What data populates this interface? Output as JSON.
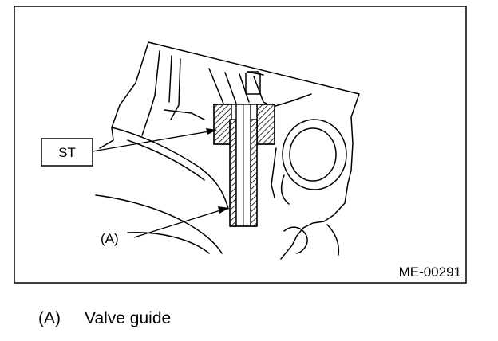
{
  "figure": {
    "id": "ME-00291",
    "callouts": {
      "st": "ST",
      "a": "(A)"
    }
  },
  "legend": [
    {
      "key": "(A)",
      "text": "Valve guide"
    }
  ]
}
